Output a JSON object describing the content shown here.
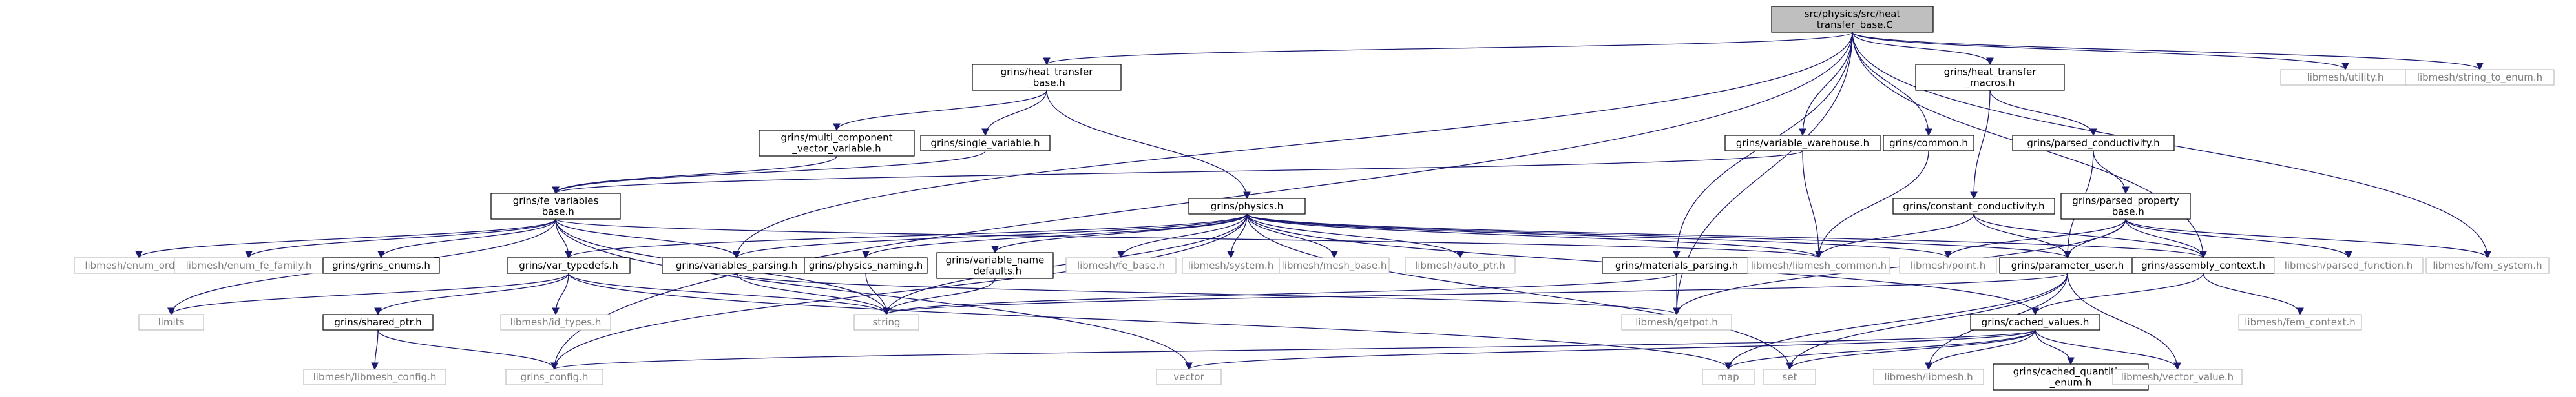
{
  "diagram": {
    "nodes": [
      {
        "id": "root",
        "lines": [
          "src/physics/src/heat",
          "_transfer_base.C"
        ],
        "kind": "root"
      },
      {
        "id": "heat_transfer_base",
        "lines": [
          "grins/heat_transfer",
          "_base.h"
        ],
        "kind": "normal"
      },
      {
        "id": "heat_transfer_macros",
        "lines": [
          "grins/heat_transfer",
          "_macros.h"
        ],
        "kind": "normal"
      },
      {
        "id": "utility",
        "lines": [
          "libmesh/utility.h"
        ],
        "kind": "ext"
      },
      {
        "id": "string_to_enum",
        "lines": [
          "libmesh/string_to_enum.h"
        ],
        "kind": "ext"
      },
      {
        "id": "multi_component",
        "lines": [
          "grins/multi_component",
          "_vector_variable.h"
        ],
        "kind": "normal"
      },
      {
        "id": "single_variable",
        "lines": [
          "grins/single_variable.h"
        ],
        "kind": "normal"
      },
      {
        "id": "variable_warehouse",
        "lines": [
          "grins/variable_warehouse.h"
        ],
        "kind": "normal"
      },
      {
        "id": "common",
        "lines": [
          "grins/common.h"
        ],
        "kind": "normal"
      },
      {
        "id": "parsed_conductivity",
        "lines": [
          "grins/parsed_conductivity.h"
        ],
        "kind": "normal"
      },
      {
        "id": "fe_variables_base",
        "lines": [
          "grins/fe_variables",
          "_base.h"
        ],
        "kind": "normal"
      },
      {
        "id": "physics",
        "lines": [
          "grins/physics.h"
        ],
        "kind": "normal"
      },
      {
        "id": "constant_conductivity",
        "lines": [
          "grins/constant_conductivity.h"
        ],
        "kind": "normal"
      },
      {
        "id": "parsed_property_base",
        "lines": [
          "grins/parsed_property",
          "_base.h"
        ],
        "kind": "normal"
      },
      {
        "id": "enum_order",
        "lines": [
          "libmesh/enum_order.h"
        ],
        "kind": "ext"
      },
      {
        "id": "enum_fe_family",
        "lines": [
          "libmesh/enum_fe_family.h"
        ],
        "kind": "ext"
      },
      {
        "id": "grins_enums",
        "lines": [
          "grins/grins_enums.h"
        ],
        "kind": "normal"
      },
      {
        "id": "var_typedefs",
        "lines": [
          "grins/var_typedefs.h"
        ],
        "kind": "normal"
      },
      {
        "id": "variables_parsing",
        "lines": [
          "grins/variables_parsing.h"
        ],
        "kind": "normal"
      },
      {
        "id": "physics_naming",
        "lines": [
          "grins/physics_naming.h"
        ],
        "kind": "normal"
      },
      {
        "id": "variable_name_defaults",
        "lines": [
          "grins/variable_name",
          "_defaults.h"
        ],
        "kind": "normal"
      },
      {
        "id": "fe_base",
        "lines": [
          "libmesh/fe_base.h"
        ],
        "kind": "ext"
      },
      {
        "id": "system",
        "lines": [
          "libmesh/system.h"
        ],
        "kind": "ext"
      },
      {
        "id": "mesh_base",
        "lines": [
          "libmesh/mesh_base.h"
        ],
        "kind": "ext"
      },
      {
        "id": "auto_ptr",
        "lines": [
          "libmesh/auto_ptr.h"
        ],
        "kind": "ext"
      },
      {
        "id": "materials_parsing",
        "lines": [
          "grins/materials_parsing.h"
        ],
        "kind": "normal"
      },
      {
        "id": "libmesh_common",
        "lines": [
          "libmesh/libmesh_common.h"
        ],
        "kind": "ext"
      },
      {
        "id": "point",
        "lines": [
          "libmesh/point.h"
        ],
        "kind": "ext"
      },
      {
        "id": "parameter_user",
        "lines": [
          "grins/parameter_user.h"
        ],
        "kind": "normal"
      },
      {
        "id": "assembly_context",
        "lines": [
          "grins/assembly_context.h"
        ],
        "kind": "normal"
      },
      {
        "id": "parsed_function",
        "lines": [
          "libmesh/parsed_function.h"
        ],
        "kind": "ext"
      },
      {
        "id": "fem_system",
        "lines": [
          "libmesh/fem_system.h"
        ],
        "kind": "ext"
      },
      {
        "id": "limits",
        "lines": [
          "limits"
        ],
        "kind": "ext"
      },
      {
        "id": "shared_ptr",
        "lines": [
          "grins/shared_ptr.h"
        ],
        "kind": "normal"
      },
      {
        "id": "id_types",
        "lines": [
          "libmesh/id_types.h"
        ],
        "kind": "ext"
      },
      {
        "id": "string",
        "lines": [
          "string"
        ],
        "kind": "ext"
      },
      {
        "id": "getpot",
        "lines": [
          "libmesh/getpot.h"
        ],
        "kind": "ext"
      },
      {
        "id": "cached_values",
        "lines": [
          "grins/cached_values.h"
        ],
        "kind": "normal"
      },
      {
        "id": "fem_context",
        "lines": [
          "libmesh/fem_context.h"
        ],
        "kind": "ext"
      },
      {
        "id": "libmesh_config",
        "lines": [
          "libmesh/libmesh_config.h"
        ],
        "kind": "ext"
      },
      {
        "id": "grins_config",
        "lines": [
          "grins_config.h"
        ],
        "kind": "ext"
      },
      {
        "id": "vector",
        "lines": [
          "vector"
        ],
        "kind": "ext"
      },
      {
        "id": "map",
        "lines": [
          "map"
        ],
        "kind": "ext"
      },
      {
        "id": "set",
        "lines": [
          "set"
        ],
        "kind": "ext"
      },
      {
        "id": "libmesh_h",
        "lines": [
          "libmesh/libmesh.h"
        ],
        "kind": "ext"
      },
      {
        "id": "cached_quantities_enum",
        "lines": [
          "grins/cached_quantities",
          "_enum.h"
        ],
        "kind": "normal"
      },
      {
        "id": "vector_value",
        "lines": [
          "libmesh/vector_value.h"
        ],
        "kind": "ext"
      }
    ],
    "edges": [
      [
        "root",
        "heat_transfer_base"
      ],
      [
        "root",
        "heat_transfer_macros"
      ],
      [
        "root",
        "utility"
      ],
      [
        "root",
        "string_to_enum"
      ],
      [
        "root",
        "variable_warehouse"
      ],
      [
        "root",
        "common"
      ],
      [
        "root",
        "variables_parsing"
      ],
      [
        "root",
        "materials_parsing"
      ],
      [
        "root",
        "getpot"
      ],
      [
        "root",
        "assembly_context"
      ],
      [
        "root",
        "fem_system"
      ],
      [
        "root",
        "grins_config"
      ],
      [
        "heat_transfer_base",
        "multi_component"
      ],
      [
        "heat_transfer_base",
        "single_variable"
      ],
      [
        "heat_transfer_base",
        "physics"
      ],
      [
        "multi_component",
        "fe_variables_base"
      ],
      [
        "single_variable",
        "fe_variables_base"
      ],
      [
        "variable_warehouse",
        "fe_variables_base"
      ],
      [
        "variable_warehouse",
        "libmesh_common"
      ],
      [
        "common",
        "libmesh_common"
      ],
      [
        "heat_transfer_macros",
        "parsed_conductivity"
      ],
      [
        "heat_transfer_macros",
        "constant_conductivity"
      ],
      [
        "parsed_conductivity",
        "parsed_property_base"
      ],
      [
        "parsed_conductivity",
        "parameter_user"
      ],
      [
        "fe_variables_base",
        "enum_order"
      ],
      [
        "fe_variables_base",
        "enum_fe_family"
      ],
      [
        "fe_variables_base",
        "grins_enums"
      ],
      [
        "fe_variables_base",
        "var_typedefs"
      ],
      [
        "fe_variables_base",
        "variables_parsing"
      ],
      [
        "fe_variables_base",
        "limits"
      ],
      [
        "fe_variables_base",
        "string"
      ],
      [
        "fe_variables_base",
        "vector"
      ],
      [
        "fe_variables_base",
        "libmesh_common"
      ],
      [
        "physics",
        "var_typedefs"
      ],
      [
        "physics",
        "variables_parsing"
      ],
      [
        "physics",
        "physics_naming"
      ],
      [
        "physics",
        "variable_name_defaults"
      ],
      [
        "physics",
        "fe_base"
      ],
      [
        "physics",
        "system"
      ],
      [
        "physics",
        "mesh_base"
      ],
      [
        "physics",
        "auto_ptr"
      ],
      [
        "physics",
        "libmesh_common"
      ],
      [
        "physics",
        "point"
      ],
      [
        "physics",
        "parameter_user"
      ],
      [
        "physics",
        "assembly_context"
      ],
      [
        "physics",
        "cached_values"
      ],
      [
        "physics",
        "string"
      ],
      [
        "physics",
        "grins_config"
      ],
      [
        "physics",
        "set"
      ],
      [
        "constant_conductivity",
        "libmesh_common"
      ],
      [
        "constant_conductivity",
        "parameter_user"
      ],
      [
        "constant_conductivity",
        "assembly_context"
      ],
      [
        "parsed_property_base",
        "point"
      ],
      [
        "parsed_property_base",
        "parameter_user"
      ],
      [
        "parsed_property_base",
        "assembly_context"
      ],
      [
        "parsed_property_base",
        "parsed_function"
      ],
      [
        "parsed_property_base",
        "fem_system"
      ],
      [
        "parsed_property_base",
        "getpot"
      ],
      [
        "var_typedefs",
        "limits"
      ],
      [
        "var_typedefs",
        "shared_ptr"
      ],
      [
        "var_typedefs",
        "id_types"
      ],
      [
        "var_typedefs",
        "string"
      ],
      [
        "var_typedefs",
        "map"
      ],
      [
        "variables_parsing",
        "string"
      ],
      [
        "variables_parsing",
        "getpot"
      ],
      [
        "physics_naming",
        "string"
      ],
      [
        "variable_name_defaults",
        "string"
      ],
      [
        "materials_parsing",
        "string"
      ],
      [
        "materials_parsing",
        "getpot"
      ],
      [
        "shared_ptr",
        "libmesh_config"
      ],
      [
        "shared_ptr",
        "grins_config"
      ],
      [
        "parameter_user",
        "string"
      ],
      [
        "parameter_user",
        "map"
      ],
      [
        "parameter_user",
        "set"
      ],
      [
        "parameter_user",
        "libmesh_h"
      ],
      [
        "parameter_user",
        "vector_value"
      ],
      [
        "assembly_context",
        "fem_context"
      ],
      [
        "assembly_context",
        "cached_values"
      ],
      [
        "cached_values",
        "grins_config"
      ],
      [
        "cached_values",
        "vector"
      ],
      [
        "cached_values",
        "map"
      ],
      [
        "cached_values",
        "set"
      ],
      [
        "cached_values",
        "libmesh_h"
      ],
      [
        "cached_values",
        "cached_quantities_enum"
      ],
      [
        "cached_values",
        "vector_value"
      ]
    ]
  }
}
